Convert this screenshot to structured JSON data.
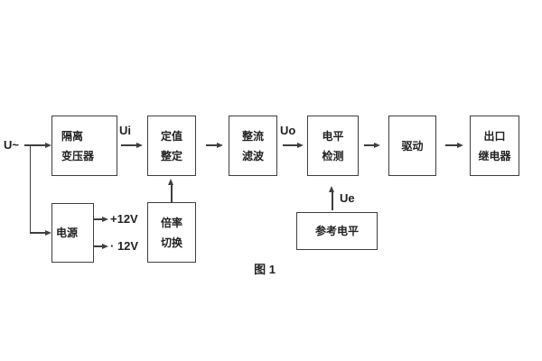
{
  "figure": {
    "caption": "图 1"
  },
  "labels": {
    "input_voltage": "U~",
    "ui": "Ui",
    "uo": "Uo",
    "ue": "Ue",
    "rail_positive": "+12V",
    "rail_negative": "· 12V"
  },
  "blocks": {
    "isolation_transformer": {
      "lines": [
        "隔离",
        "变压器"
      ]
    },
    "setting_adjust": {
      "lines": [
        "定值",
        "整定"
      ]
    },
    "rectifier_filter": {
      "lines": [
        "整流",
        "滤波"
      ]
    },
    "level_detection": {
      "lines": [
        "电平",
        "检测"
      ]
    },
    "drive": {
      "label": "驱动"
    },
    "output_relay": {
      "lines": [
        "出口",
        "继电器"
      ]
    },
    "power_supply": {
      "label": "电源"
    },
    "ratio_switch": {
      "lines": [
        "倍率",
        "切换"
      ]
    },
    "reference_level": {
      "label": "参考电平"
    }
  },
  "colors": {
    "line": "#3f3f3f",
    "text": "#222222",
    "background": "#ffffff"
  }
}
